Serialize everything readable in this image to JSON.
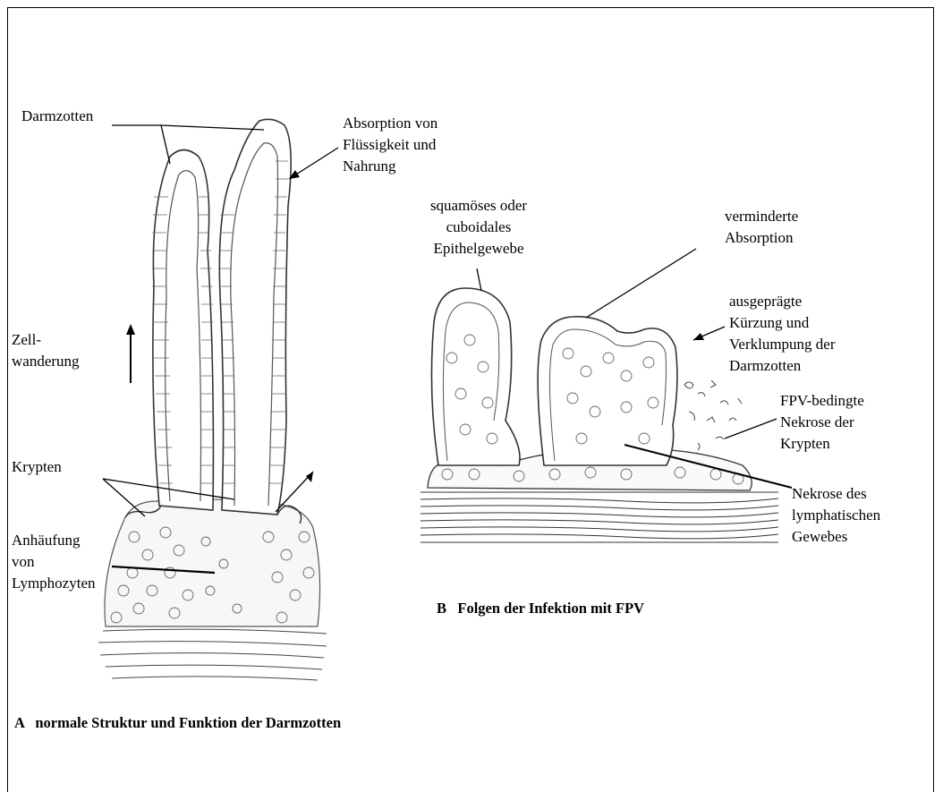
{
  "panel_a": {
    "darmzotten": "Darmzotten",
    "absorption": "Absorption von\nFlüssigkeit und\nNahrung",
    "zellwanderung": "Zell-\nwanderung",
    "krypten": "Krypten",
    "anhaeufung": "Anhäufung\nvon\nLymphozyten",
    "caption": "A   normale Struktur und Funktion der Darmzotten"
  },
  "panel_b": {
    "squamoeses": "squamöses oder\ncuboidales\nEpithelgewebe",
    "verminderte": "verminderte\nAbsorption",
    "ausgepraegte": "ausgeprägte\nKürzung und\nVerklumpung der\nDarmzotten",
    "fpv_nekrose": "FPV-bedingte\nNekrose der\nKrypten",
    "nekrose_lymph": "Nekrose des\nlymphatischen\nGewebes",
    "caption": "B   Folgen der Infektion mit FPV"
  }
}
